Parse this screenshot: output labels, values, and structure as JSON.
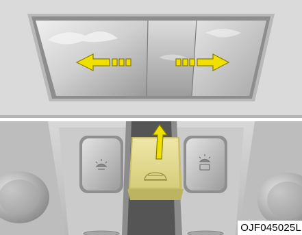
{
  "figure_code": "OJF045025L",
  "colors": {
    "headliner": "#d9d9d9",
    "console": "#c9c9c9",
    "arrow_fill": "#f0e000",
    "arrow_outline": "#8a7a00",
    "highlight": "#e9e399"
  },
  "illustration": {
    "top_panel": "sunroof-slide",
    "bottom_panel": "overhead-console-tilt-switch",
    "arrows": [
      "slide-open-left-arrow",
      "slide-close-right-arrow",
      "tilt-up-arrow"
    ],
    "switch_icons": [
      "map-light-icon",
      "sunroof-icon",
      "map-light-icon"
    ]
  }
}
